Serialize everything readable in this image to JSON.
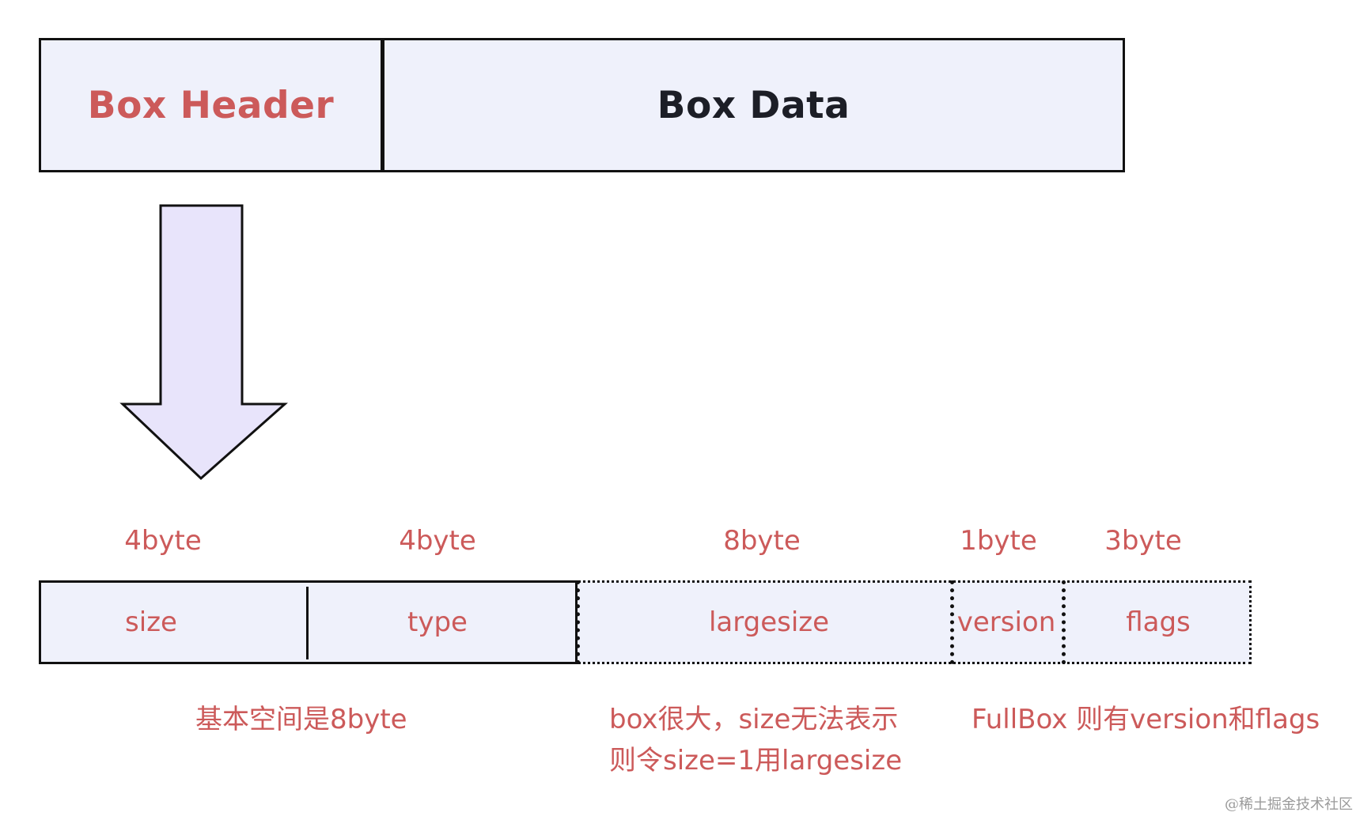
{
  "top": {
    "header_label": "Box Header",
    "data_label": "Box Data"
  },
  "byte_sizes": {
    "size": "4byte",
    "type": "4byte",
    "largesize": "8byte",
    "version": "1byte",
    "flags": "3byte"
  },
  "fields": {
    "size": "size",
    "type": "type",
    "largesize": "largesize",
    "version": "version",
    "flags": "flags"
  },
  "notes": {
    "basic": "基本空间是8byte",
    "large_line1": "box很大，size无法表示",
    "large_line2": "则令size=1用largesize",
    "fullbox": "FullBox 则有version和flags"
  },
  "watermark": "@稀土掘金技术社区",
  "colors": {
    "accent_red": "#cc5a5a",
    "box_fill": "#eff1fb",
    "arrow_fill": "#e8e4fb",
    "stroke": "#111111"
  }
}
